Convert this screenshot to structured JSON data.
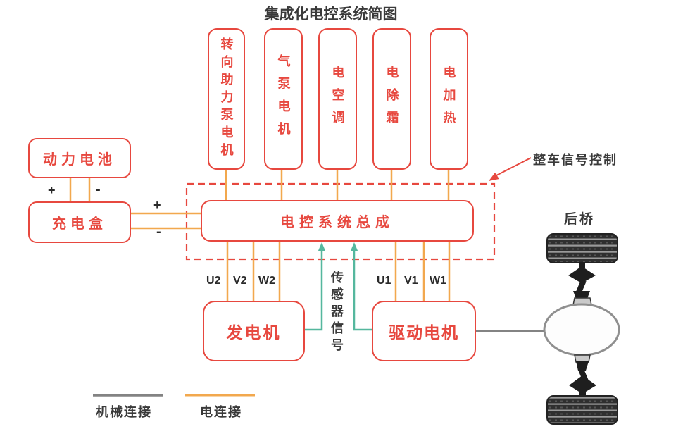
{
  "title": "集成化电控系统简图",
  "top_boxes": [
    {
      "label": "转向助力泵电机"
    },
    {
      "label": "气泵电机"
    },
    {
      "label": "电空调"
    },
    {
      "label": "电除霜"
    },
    {
      "label": "电加热"
    }
  ],
  "left": {
    "battery": "动力电池",
    "charge_box": "充电盒",
    "battery_plus": "+",
    "battery_minus": "-",
    "charge_plus": "+",
    "charge_minus": "-"
  },
  "center": {
    "controller": "电控系统总成",
    "signal_control_note": "整车信号控制"
  },
  "bottom": {
    "generator": "发电机",
    "drive_motor": "驱动电机",
    "generator_terminals": [
      "U2",
      "V2",
      "W2"
    ],
    "drive_terminals": [
      "U1",
      "V1",
      "W1"
    ],
    "sensor_signal": "传感器信号"
  },
  "right": {
    "rear_axle": "后桥"
  },
  "legend": {
    "mechanical": "机械连接",
    "electrical": "电连接"
  },
  "colors": {
    "red": "#E7483F",
    "orange": "#F2A84E",
    "teal": "#55B79E",
    "gray": "#838383",
    "dark": "#3A3A3A"
  }
}
